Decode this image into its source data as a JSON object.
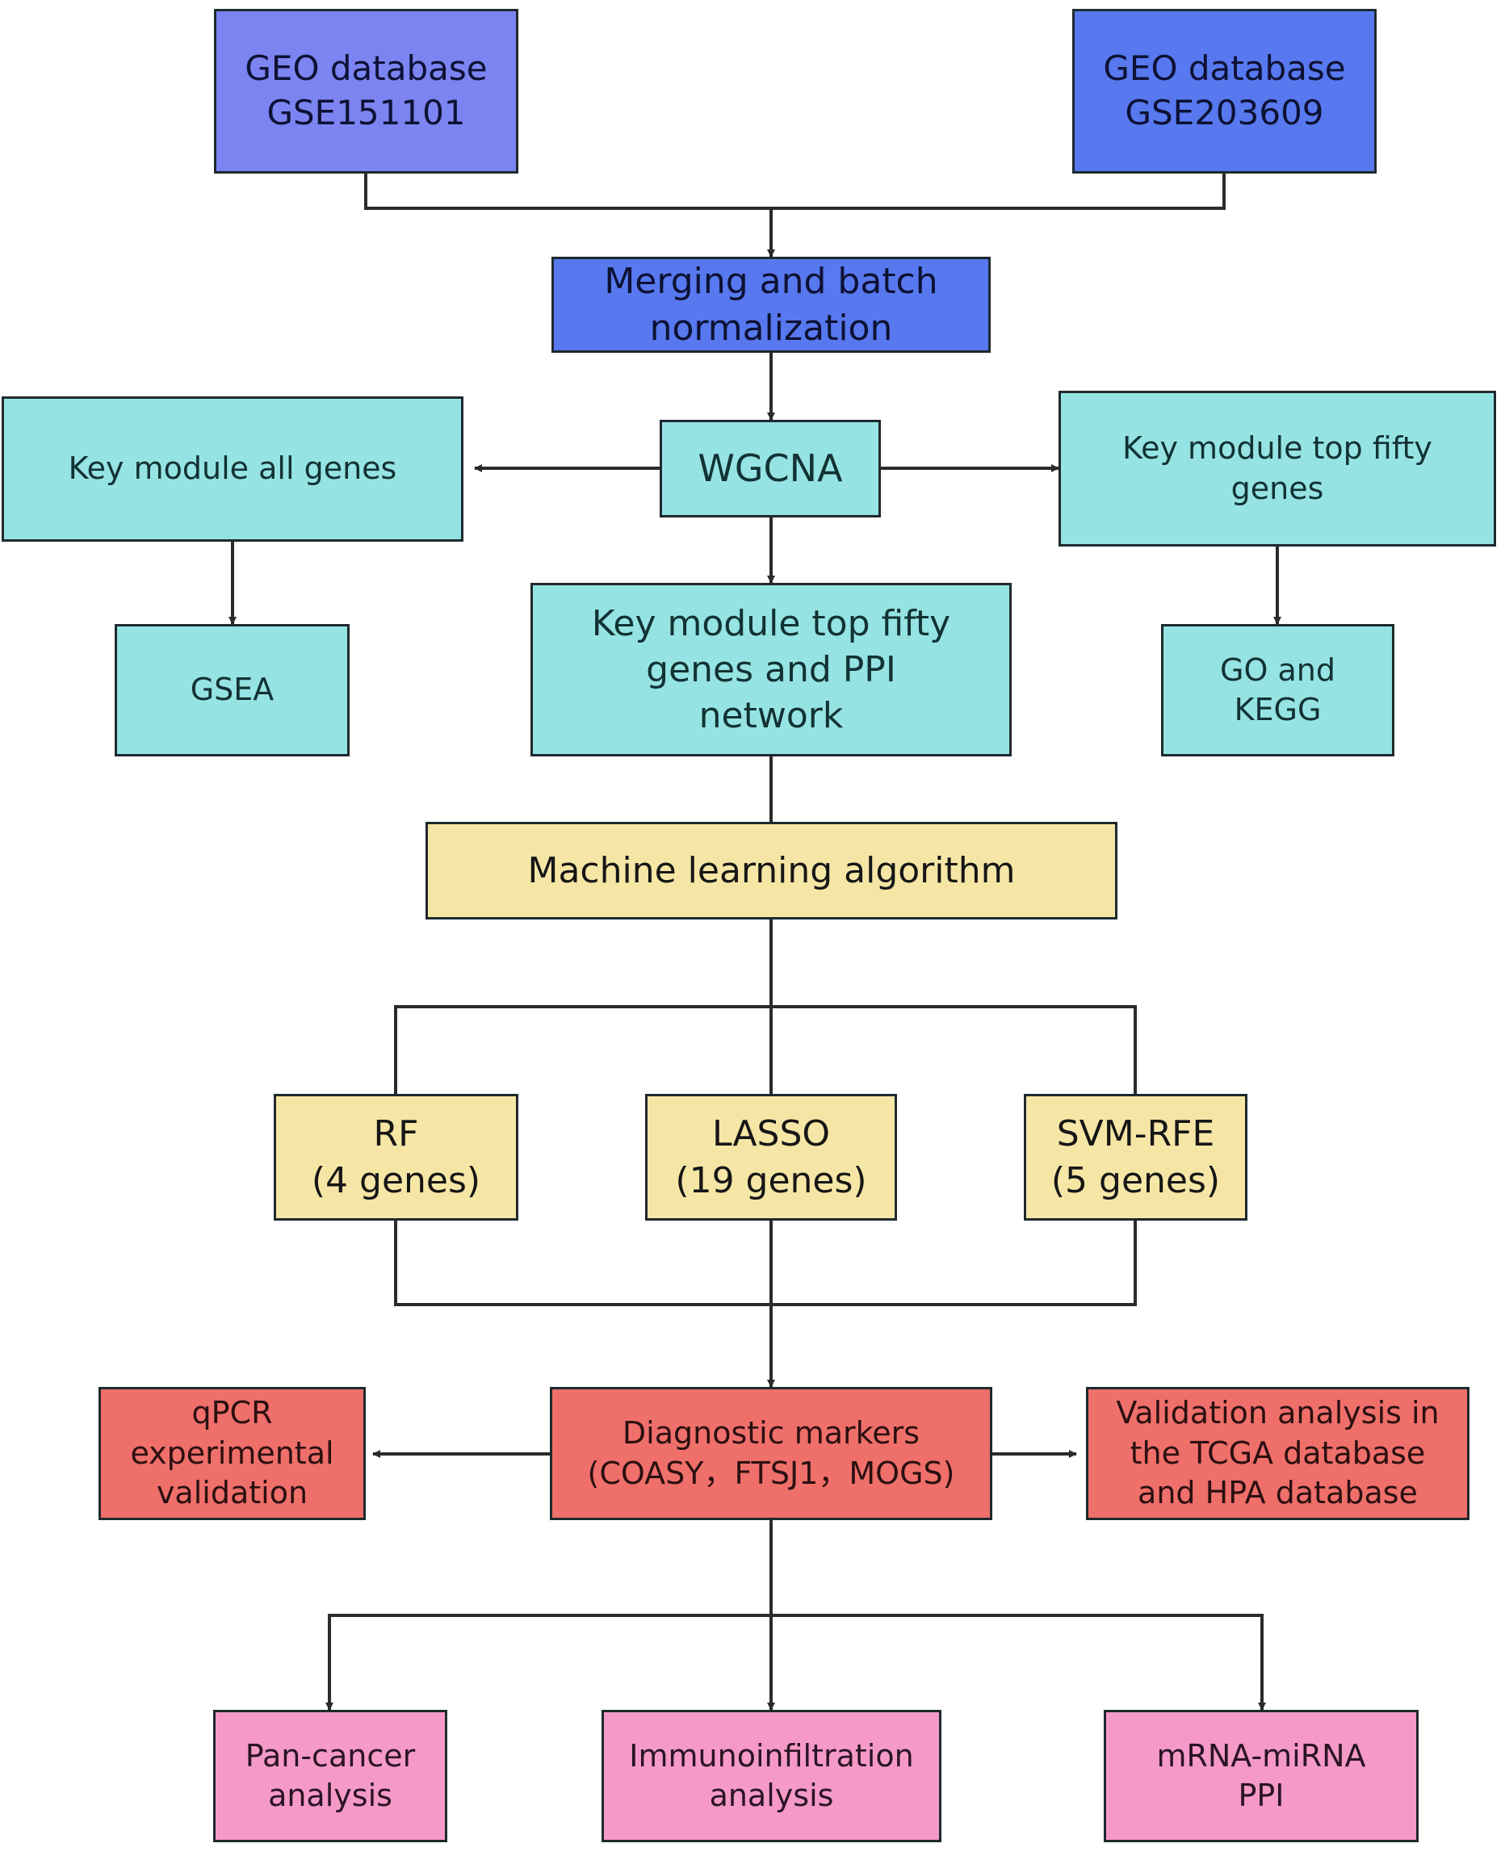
{
  "nodes": {
    "geo_gse151101": "GEO database\nGSE151101",
    "geo_gse203609": "GEO database\nGSE203609",
    "merging": "Merging and batch\nnormalization",
    "wgcna": "WGCNA",
    "key_all_genes": "Key module all genes",
    "key_top_fifty": "Key module top fifty\ngenes",
    "gsea": "GSEA",
    "key_top_fifty_ppi": "Key module top fifty\ngenes and PPI\nnetwork",
    "go_kegg": "GO and\nKEGG",
    "machine_learning": "Machine learning algorithm",
    "rf": "RF\n(4 genes)",
    "lasso": "LASSO\n(19 genes)",
    "svm_rfe": "SVM-RFE\n(5 genes)",
    "diagnostic_markers": "Diagnostic markers\n(COASY，FTSJ1，MOGS)",
    "qpcr": "qPCR\nexperimental\nvalidation",
    "validation_tcga": "Validation analysis in\nthe TCGA database\nand HPA database",
    "pan_cancer": "Pan-cancer\nanalysis",
    "immunoinfiltration": "Immunoinfiltration\nanalysis",
    "mrna_mirna": "mRNA-miRNA\nPPI"
  },
  "colors": {
    "geo_left": "#7b84f1",
    "geo_right": "#5778ee",
    "merging": "#5778ee",
    "teal": "#96e3e3",
    "yellow": "#f6e6a6",
    "red": "#ef6f6b",
    "pink": "#f59ac8",
    "line": "#2b2b2b"
  }
}
